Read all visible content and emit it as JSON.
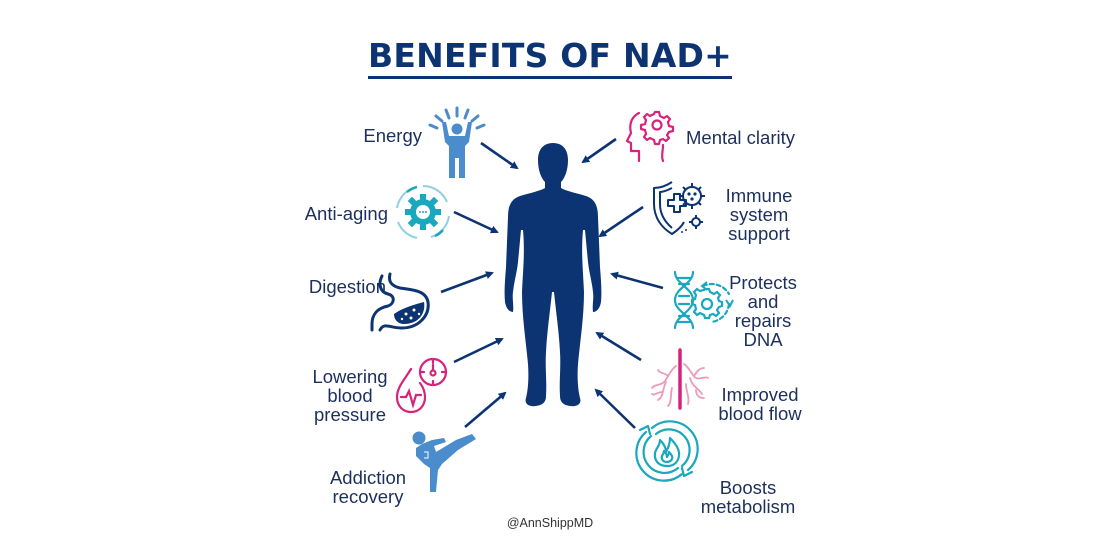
{
  "title": "BENEFITS OF NAD+",
  "watermark": "@AnnShippMD",
  "colors": {
    "navy": "#0d3472",
    "text": "#1c2f5e",
    "light_blue": "#4a8ccc",
    "teal": "#1aa8be",
    "magenta": "#d6237b",
    "pink": "#ec9ab8"
  },
  "center": {
    "figure": "human-body-silhouette"
  },
  "left_benefits": [
    {
      "label": "Energy",
      "icon": "person-arms-raised-icon"
    },
    {
      "label": "Anti-aging",
      "icon": "gear-cycle-icon"
    },
    {
      "label": "Digestion",
      "icon": "stomach-icon"
    },
    {
      "label_lines": [
        "Lowering",
        "blood",
        "pressure"
      ],
      "icon": "blood-drop-gauge-icon"
    },
    {
      "label_lines": [
        "Addiction",
        "recovery"
      ],
      "icon": "martial-arts-kick-icon"
    }
  ],
  "right_benefits": [
    {
      "label": "Mental clarity",
      "icon": "head-gear-icon"
    },
    {
      "label_lines": [
        "Immune",
        "system",
        "support"
      ],
      "icon": "shield-virus-icon"
    },
    {
      "label_lines": [
        "Protects",
        "and",
        "repairs",
        "DNA"
      ],
      "icon": "dna-gear-icon"
    },
    {
      "label_lines": [
        "Improved",
        "blood flow"
      ],
      "icon": "blood-vessel-icon"
    },
    {
      "label_lines": [
        "Boosts",
        "metabolism"
      ],
      "icon": "flame-cycle-icon"
    }
  ]
}
